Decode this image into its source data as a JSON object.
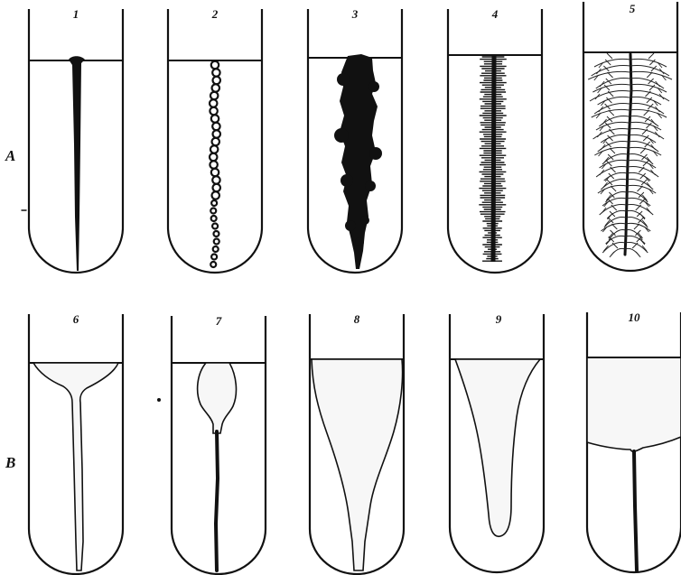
{
  "rows": [
    {
      "label": "A"
    },
    {
      "label": "B"
    }
  ],
  "tubes": [
    {
      "number": "1",
      "row": "A",
      "pattern": "filiform"
    },
    {
      "number": "2",
      "row": "A",
      "pattern": "beaded"
    },
    {
      "number": "3",
      "row": "A",
      "pattern": "papillate"
    },
    {
      "number": "4",
      "row": "A",
      "pattern": "villous"
    },
    {
      "number": "5",
      "row": "A",
      "pattern": "arborescent"
    },
    {
      "number": "6",
      "row": "B",
      "pattern": "crateriform"
    },
    {
      "number": "7",
      "row": "B",
      "pattern": "napiform"
    },
    {
      "number": "8",
      "row": "B",
      "pattern": "infundibuliform"
    },
    {
      "number": "9",
      "row": "B",
      "pattern": "saccate"
    },
    {
      "number": "10",
      "row": "B",
      "pattern": "stratiform"
    }
  ],
  "colors": {
    "ink": "#111111",
    "background": "#ffffff"
  }
}
